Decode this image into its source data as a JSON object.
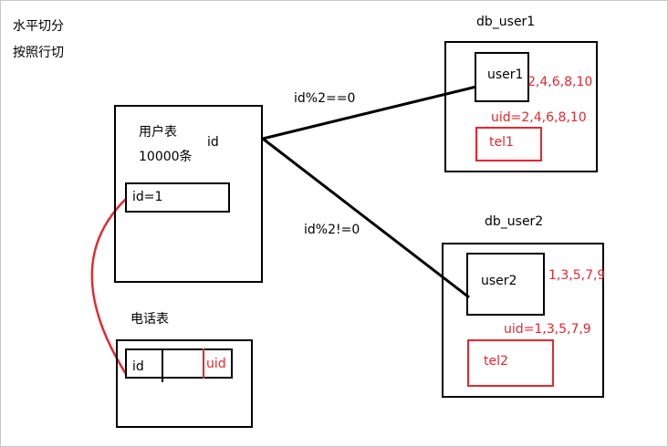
{
  "title_line1": "水平切分",
  "title_line2": "按照行切",
  "user_table": {
    "name": "用户表",
    "rows": "10000条",
    "pk": "id",
    "field": "id=1"
  },
  "phone_table": {
    "name": "电话表",
    "col_id": "id",
    "col_uid": "uid"
  },
  "edges": {
    "even": "id%2==0",
    "odd": "id%2!=0"
  },
  "db1": {
    "name": "db_user1",
    "user_table": "user1",
    "ids": "2,4,6,8,10",
    "uid_note": "uid=2,4,6,8,10",
    "tel_table": "tel1"
  },
  "db2": {
    "name": "db_user2",
    "user_table": "user2",
    "ids": "1,3,5,7,9",
    "uid_note": "uid=1,3,5,7,9",
    "tel_table": "tel2"
  },
  "colors": {
    "accent_red": "#e8262e",
    "line_black": "#000000"
  }
}
